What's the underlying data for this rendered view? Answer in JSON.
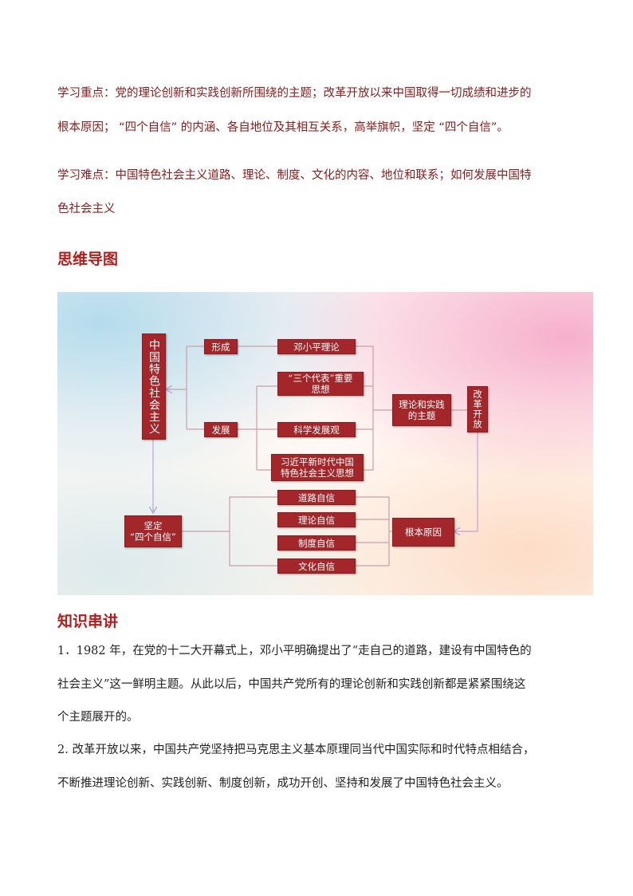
{
  "intro": {
    "focus_line1": "学习重点：党的理论创新和实践创新所围绕的主题；改革开放以来中国取得一切成绩和进步的",
    "focus_line2": "根本原因； “四个自信” 的内涵、各自地位及其相互关系，高举旗帜，坚定 “四个自信”。",
    "difficulty_line1": "学习难点：中国特色社会主义道路、理论、制度、文化的内容、地位和联系；如何发展中国特",
    "difficulty_line2": "色社会主义"
  },
  "sections": {
    "mindmap_title": "思维导图",
    "knowledge_title": "知识串讲"
  },
  "mindmap": {
    "main": "中国特色社会主义",
    "formation": "形成",
    "development": "发展",
    "deng": "邓小平理论",
    "three_represents_l1": "“三个代表”重要",
    "three_represents_l2": "思想",
    "science": "科学发展观",
    "xi_l1": "习近平新时代中国",
    "xi_l2": "特色社会主义思想",
    "theme_l1": "理论和实践",
    "theme_l2": "的主题",
    "reform": "改革开放",
    "root_cause": "根本原因",
    "confidence_l1": "坚定",
    "confidence_l2": "“四个自信”",
    "road": "道路自信",
    "theory": "理论自信",
    "system": "制度自信",
    "culture": "文化自信",
    "colors": {
      "node": "#a3262a",
      "line": "#c8a0a8",
      "arrow": "#b9a7d0"
    }
  },
  "knowledge": {
    "p1_l1": "1．1982 年，在党的十二大开幕式上，邓小平明确提出了“走自己的道路，建设有中国特色的",
    "p1_l2": "社会主义”这一鲜明主题。从此以后，中国共产党所有的理论创新和实践创新都是紧紧围绕这",
    "p1_l3": "个主题展开的。",
    "p2_l1": "2. 改革开放以来，中国共产党坚持把马克思主义基本原理同当代中国实际和时代特点相结合，",
    "p2_l2": "不断推进理论创新、实践创新、制度创新，成功开创、坚持和发展了中国特色社会主义。"
  }
}
